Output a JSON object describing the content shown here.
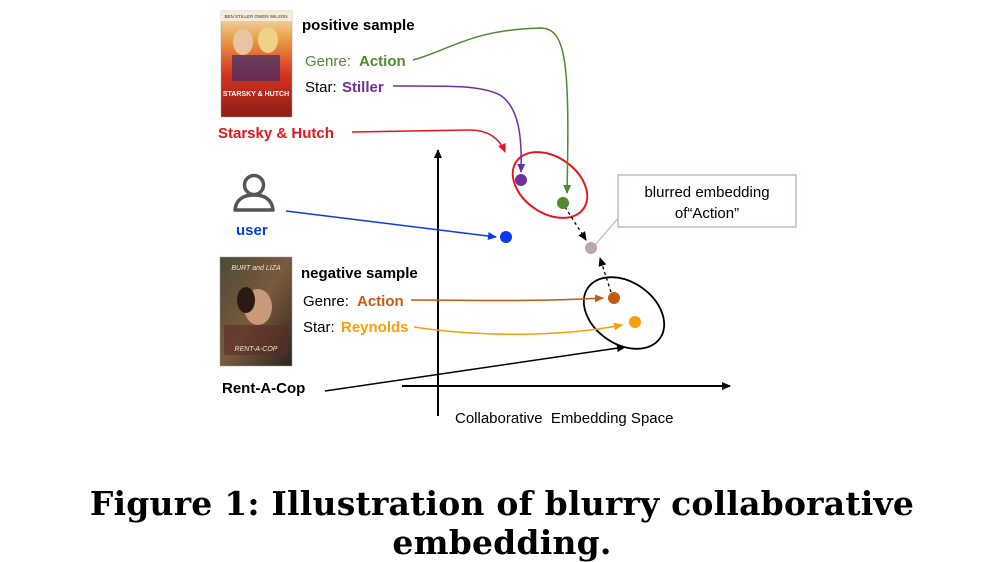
{
  "positive": {
    "heading": "positive sample",
    "genre_key": "Genre:",
    "genre_val": "Action",
    "star_key": "Star:",
    "star_val": "Stiller",
    "movie_title": "Starsky & Hutch",
    "poster_top_text": "BEN STILLER   OWEN WILSON",
    "poster_title": "STARSKY & HUTCH"
  },
  "user": {
    "label": "user",
    "icon": "user-icon"
  },
  "negative": {
    "heading": "negative sample",
    "genre_key": "Genre:",
    "genre_val": "Action",
    "star_key": "Star:",
    "star_val": "Reynolds",
    "movie_title": "Rent-A-Cop",
    "poster_top_text": "BURT and LIZA",
    "poster_title": "RENT-A-COP"
  },
  "blurred_box": {
    "line1": "blurred embedding",
    "line2": "of“Action”"
  },
  "axis_label": "Collaborative  Embedding Space",
  "caption": "Figure 1: Illustration of blurry collaborative embedding.",
  "colors": {
    "positive_red": "#e8141c",
    "genre_green": "#4f8a2e",
    "star_purple": "#7030a0",
    "user_blue": "#0a3bf0",
    "neg_genre": "#c55a11",
    "neg_star": "#f5a00a",
    "blurred": "#b9a7ad"
  }
}
